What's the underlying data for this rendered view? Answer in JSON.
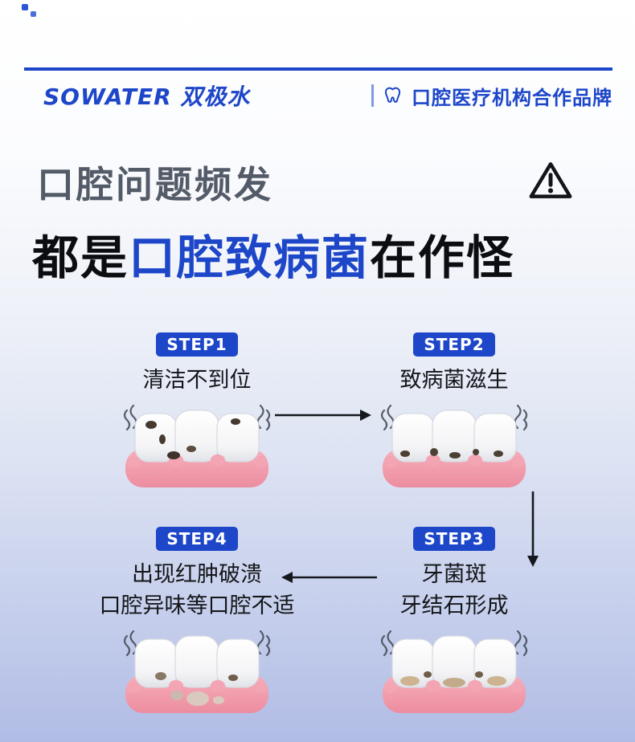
{
  "header": {
    "brand": "SOWATER 双极水",
    "partner_label": "口腔医疗机构合作品牌"
  },
  "headline": {
    "line1": "口腔问题频发",
    "line2_prefix": "都是",
    "line2_highlight": "口腔致病菌",
    "line2_suffix": "在作怪"
  },
  "steps": [
    {
      "badge": "STEP1",
      "lines": [
        "清洁不到位",
        ""
      ]
    },
    {
      "badge": "STEP2",
      "lines": [
        "致病菌滋生",
        ""
      ]
    },
    {
      "badge": "STEP3",
      "lines": [
        "牙菌斑",
        "牙结石形成"
      ]
    },
    {
      "badge": "STEP4",
      "lines": [
        "出现红肿破溃",
        "口腔异味等口腔不适"
      ]
    }
  ],
  "icons": {
    "header_icon": "tooth-icon",
    "alert_icon": "warning-triangle-icon"
  },
  "colors": {
    "accent": "#1d46c9",
    "headline_gray": "#545b68",
    "text_dark": "#0b0d11",
    "badge_text": "#ffffff",
    "gum_pink": "#f2a2b0",
    "bg_bottom": "#b1bce5"
  }
}
